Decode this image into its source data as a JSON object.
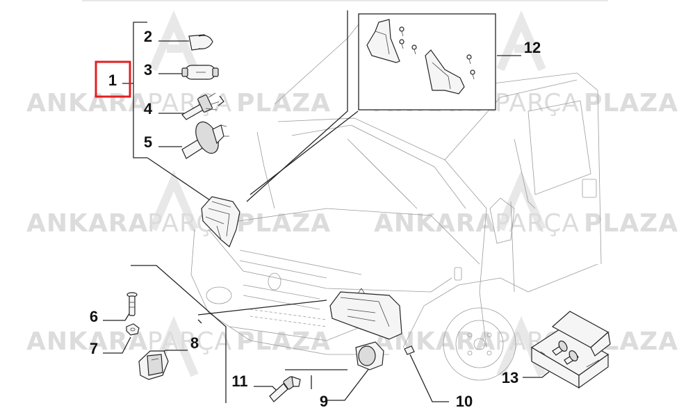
{
  "watermark": {
    "word1": "ANKARA",
    "word2": "PARÇA",
    "word3": "PLAZA"
  },
  "callouts": {
    "c1": "1",
    "c2": "2",
    "c3": "3",
    "c4": "4",
    "c5": "5",
    "c6": "6",
    "c7": "7",
    "c8": "8",
    "c9": "9",
    "c10": "10",
    "c11": "11",
    "c12": "12",
    "c13": "13"
  },
  "highlight": {
    "selected_callout": "1",
    "color": "#e02020"
  }
}
